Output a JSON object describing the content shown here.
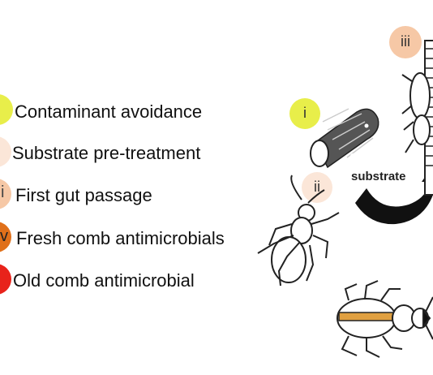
{
  "legend": {
    "items": [
      {
        "marker": "",
        "label": "Contaminant avoidance",
        "color": "#e8ee4a"
      },
      {
        "marker": "",
        "label": "Substrate pre-treatment",
        "color": "#fbe6d8"
      },
      {
        "marker": "i",
        "label": "First gut passage",
        "color": "#f6c8a6"
      },
      {
        "marker": "v",
        "label": "Fresh comb antimicrobials",
        "color": "#e0701a"
      },
      {
        "marker": "",
        "label": "Old comb antimicrobial",
        "color": "#e8231b"
      }
    ]
  },
  "stages": {
    "i": {
      "label": "i",
      "color": "#e8ee4a"
    },
    "ii": {
      "label": "ii",
      "color": "#fbe6d8"
    },
    "iii": {
      "label": "iii",
      "color": "#f6c8a6"
    }
  },
  "diagram": {
    "substrate_label": "substrate",
    "icons": [
      "wood-log-icon",
      "termite-icon",
      "curved-arrow-icon",
      "comb-structure-icon"
    ]
  }
}
